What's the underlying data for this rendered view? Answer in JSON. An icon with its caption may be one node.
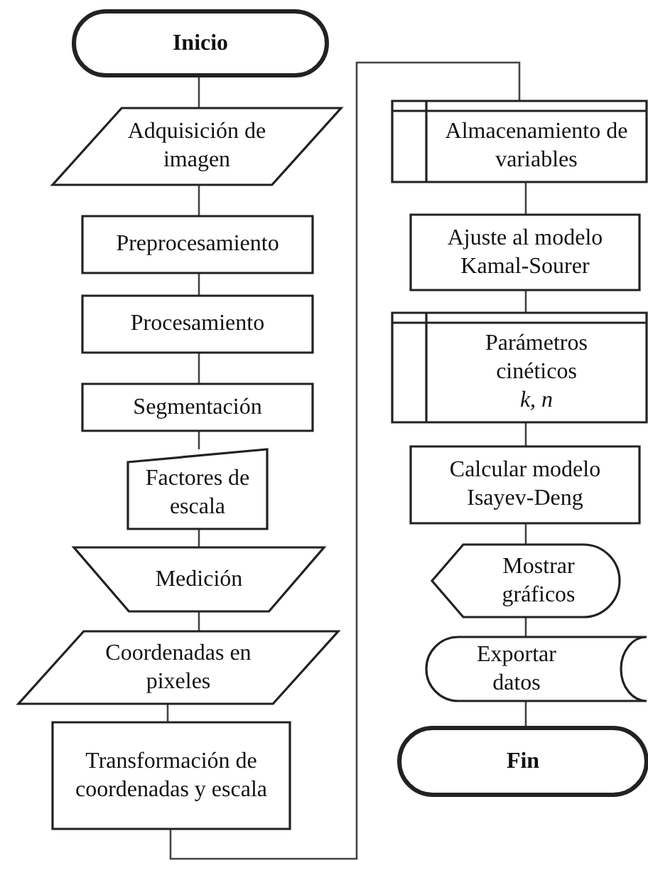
{
  "diagram": {
    "nodes": [
      {
        "text": [
          "Inicio"
        ]
      },
      {
        "text": [
          "Adquisición de imagen"
        ]
      },
      {
        "text": [
          "Preprocesamiento"
        ]
      },
      {
        "text": [
          "Procesamiento"
        ]
      },
      {
        "text": [
          "Segmentación"
        ]
      },
      {
        "text": [
          "Factores de escala"
        ]
      },
      {
        "text": [
          "Medición"
        ]
      },
      {
        "text": [
          "Coordenadas en pixeles"
        ]
      },
      {
        "text": [
          "Transformación de coordenadas y escala"
        ]
      },
      {
        "text": [
          "Almacenamiento de variables"
        ]
      },
      {
        "text": [
          "Ajuste al modelo Kamal-Sourer"
        ]
      },
      {
        "text": [
          "Parámetros cinéticos",
          "k, n"
        ]
      },
      {
        "text": [
          "Calcular modelo Isayev-Deng"
        ]
      },
      {
        "text": [
          "Mostrar gráficos"
        ]
      },
      {
        "text": [
          "Exportar datos"
        ]
      },
      {
        "text": [
          "Fin"
        ]
      }
    ],
    "edges": [
      {
        "from": 0,
        "to": 1,
        "arrow": "none"
      },
      {
        "from": 1,
        "to": 2,
        "arrow": "none"
      },
      {
        "from": 2,
        "to": 3,
        "arrow": "none"
      },
      {
        "from": 3,
        "to": 4,
        "arrow": "none"
      },
      {
        "from": 4,
        "to": 5,
        "arrow": "none"
      },
      {
        "from": 5,
        "to": 6,
        "arrow": "none"
      },
      {
        "from": 6,
        "to": 7,
        "arrow": "none"
      },
      {
        "from": 7,
        "to": 8,
        "arrow": "none"
      },
      {
        "from": 8,
        "to": 9,
        "arrow": "none"
      },
      {
        "from": 9,
        "to": 10,
        "arrow": "none"
      },
      {
        "from": 10,
        "to": 11,
        "arrow": "none"
      },
      {
        "from": 11,
        "to": 12,
        "arrow": "none"
      },
      {
        "from": 12,
        "to": 13,
        "arrow": "none"
      },
      {
        "from": 13,
        "to": 14,
        "arrow": "none"
      },
      {
        "from": 14,
        "to": 15,
        "arrow": "none"
      }
    ]
  }
}
